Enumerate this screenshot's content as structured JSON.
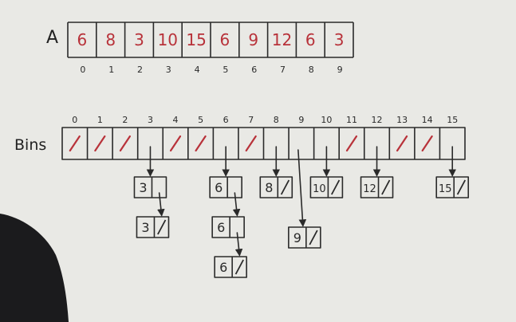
{
  "array": {
    "label": "A",
    "values": [
      "6",
      "8",
      "3",
      "10",
      "15",
      "6",
      "9",
      "12",
      "6",
      "3"
    ],
    "indices": [
      "0",
      "1",
      "2",
      "3",
      "4",
      "5",
      "6",
      "7",
      "8",
      "9"
    ]
  },
  "bins": {
    "label": "Bins",
    "indices": [
      "0",
      "1",
      "2",
      "3",
      "4",
      "5",
      "6",
      "7",
      "8",
      "9",
      "10",
      "11",
      "12",
      "13",
      "14",
      "15"
    ],
    "null_slots": [
      0,
      1,
      2,
      4,
      5,
      7,
      11,
      13,
      14
    ],
    "chains": [
      {
        "bin": 3,
        "nodes": [
          "3",
          "3"
        ]
      },
      {
        "bin": 6,
        "nodes": [
          "6",
          "6",
          "6"
        ]
      },
      {
        "bin": 8,
        "nodes": [
          "8"
        ]
      },
      {
        "bin": 9,
        "nodes": [
          "9"
        ]
      },
      {
        "bin": 10,
        "nodes": [
          "10"
        ]
      },
      {
        "bin": 12,
        "nodes": [
          "12"
        ]
      },
      {
        "bin": 15,
        "nodes": [
          "15"
        ]
      }
    ]
  },
  "colors": {
    "value_ink": "#b8323a",
    "line_ink": "#2a2a2a",
    "board": "#e9e9e5"
  }
}
